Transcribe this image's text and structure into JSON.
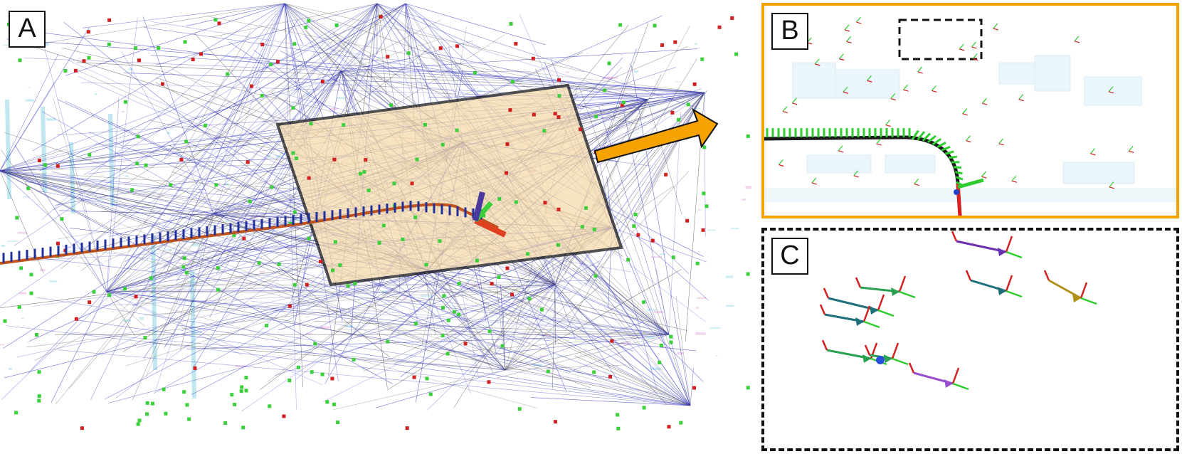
{
  "panels": {
    "a": {
      "label": "A"
    },
    "b": {
      "label": "B"
    },
    "c": {
      "label": "C"
    }
  },
  "colors": {
    "edge_blue": "#2b2fbf",
    "edge_gray": "#555555",
    "trajectory": "#c0521c",
    "pose_tick": "#20309a",
    "landmark_green": "#3ccf3c",
    "landmark_red": "#d22020",
    "highlight_fill": "#f6d9a8",
    "frame_border": "#111111",
    "b_border": "#f5a300",
    "arrow_fill": "#f5a300",
    "cloud_cyan": "#8fd4e6",
    "cloud_pink": "#e2a5d6"
  },
  "icons": {
    "zoom_arrow": "right-arrow-icon",
    "pose_axes": "coordinate-axes-icon"
  }
}
